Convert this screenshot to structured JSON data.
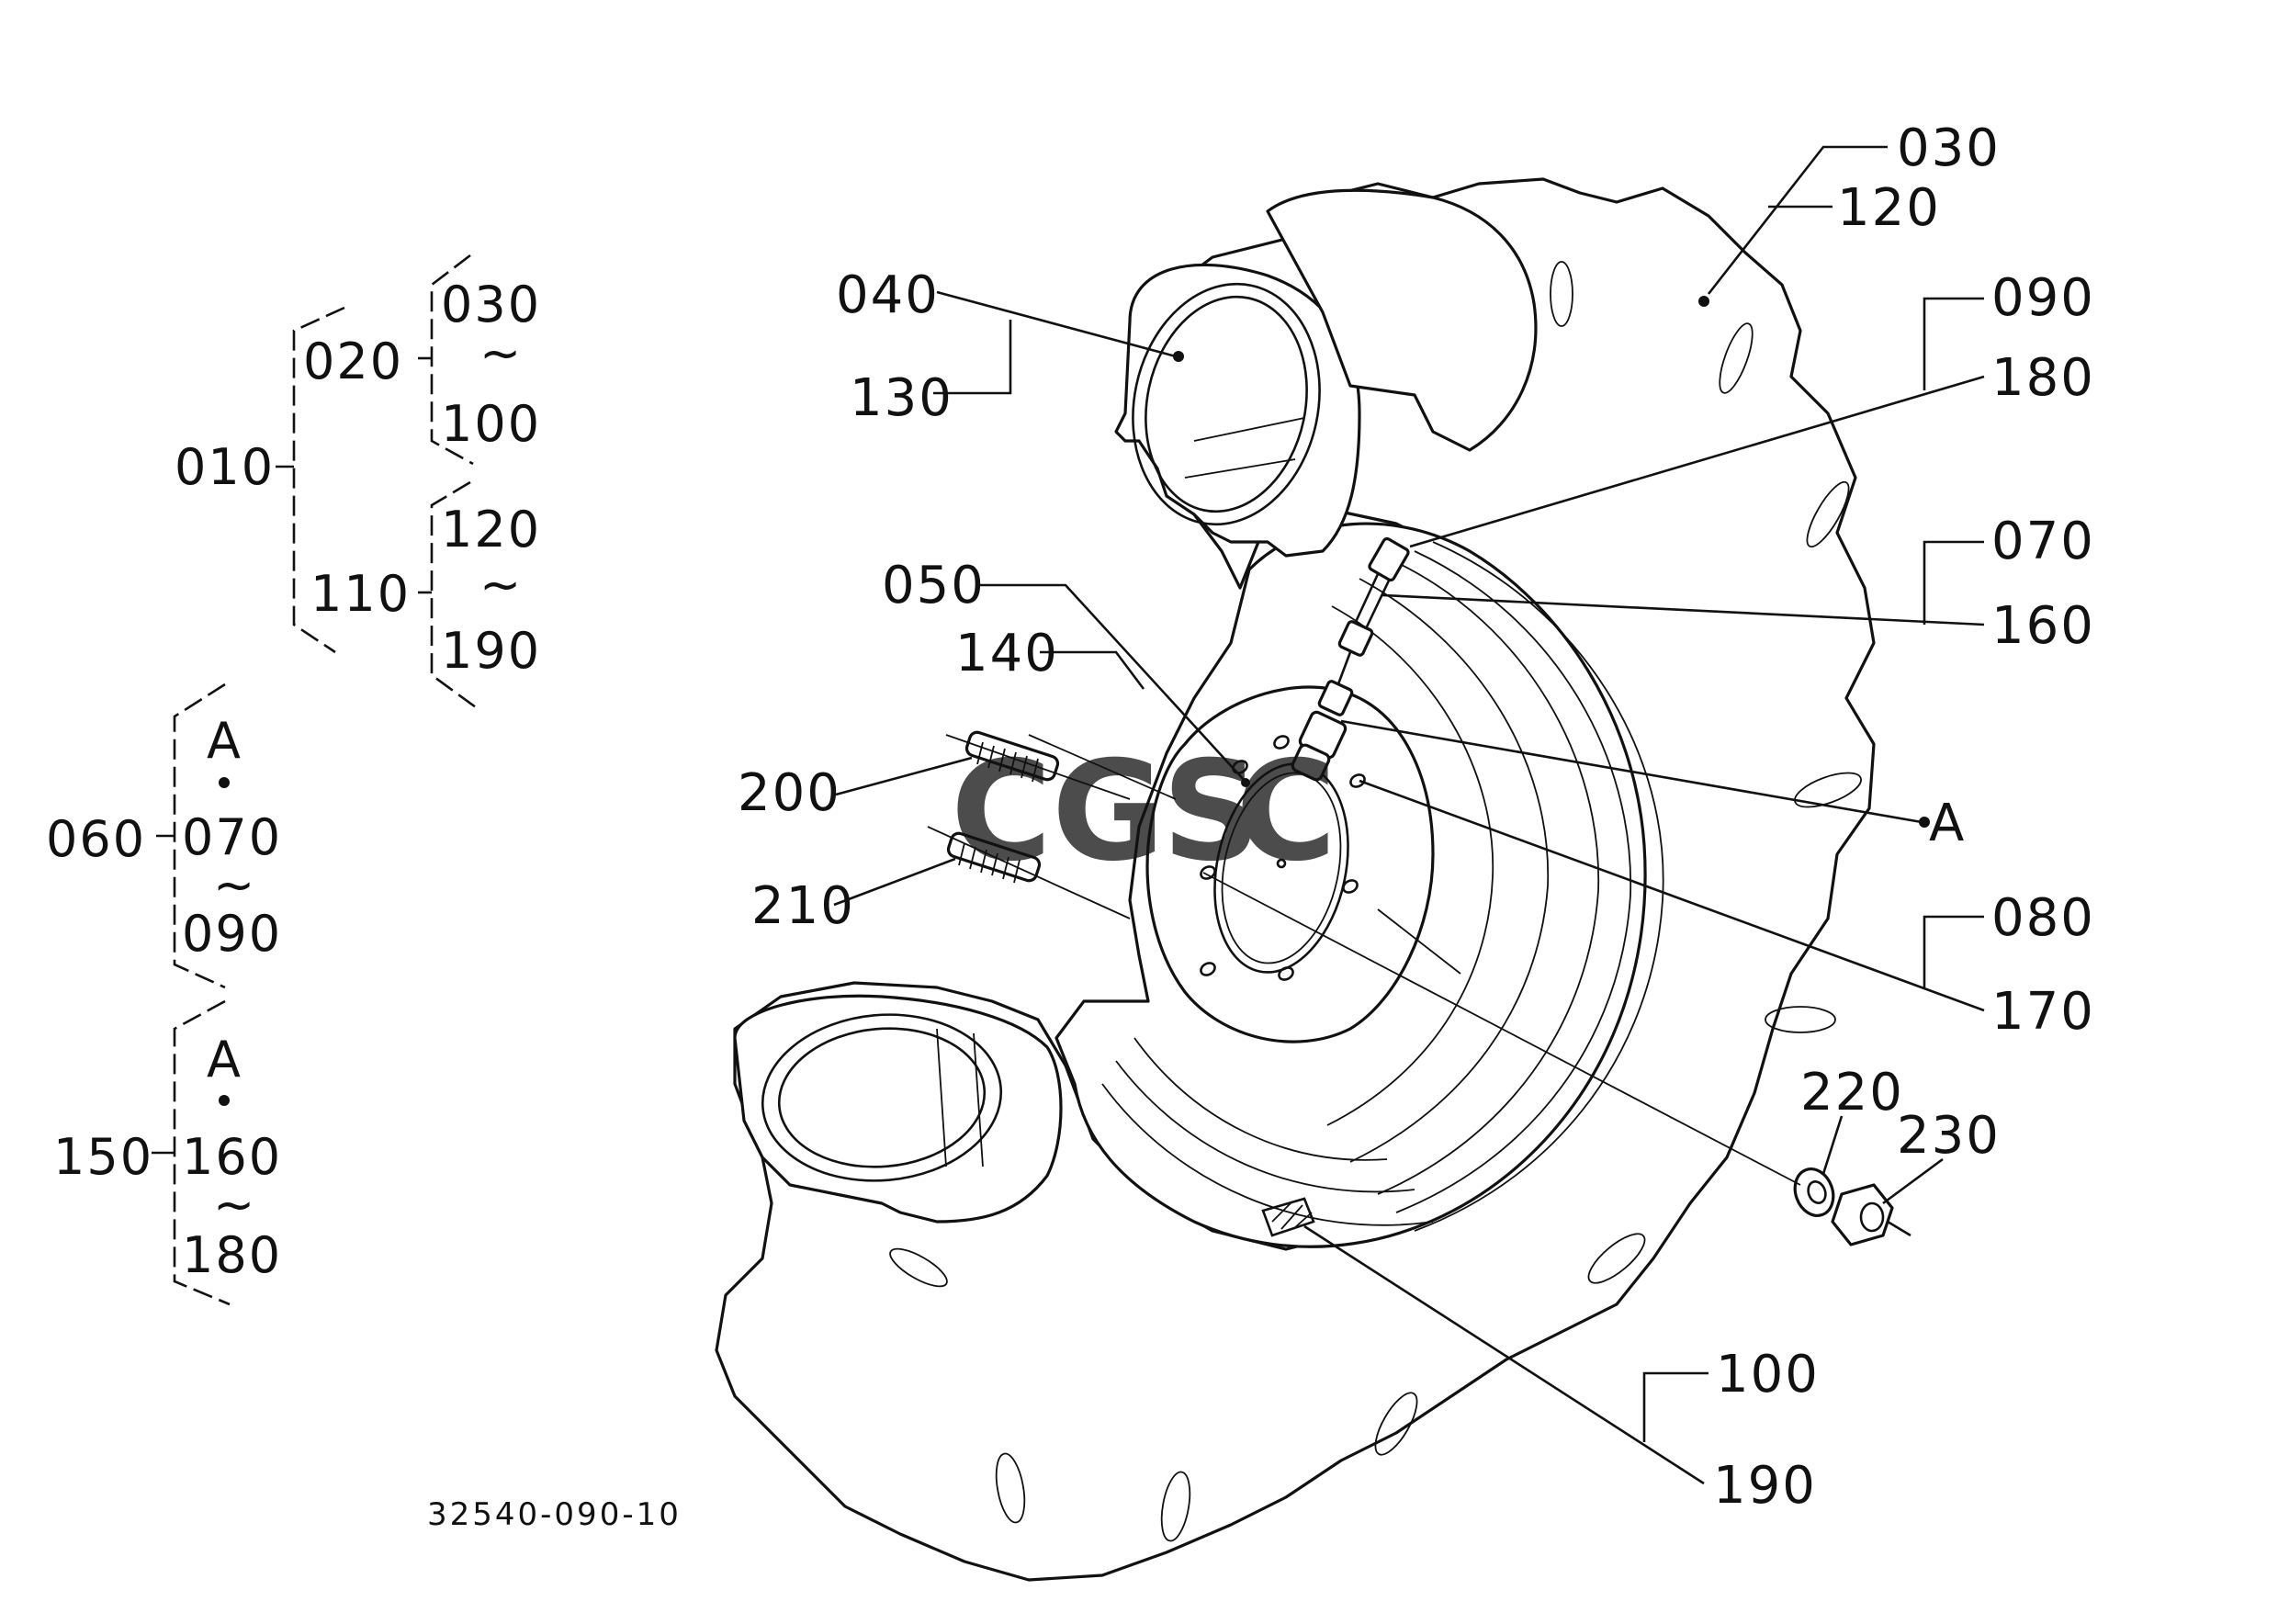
{
  "watermark": {
    "letters": [
      "C",
      "G",
      "S",
      "C"
    ],
    "colors": [
      "#4a86e8",
      "#e8675f",
      "#f2c94c",
      "#4caf7d"
    ]
  },
  "drawing_code": "32540-090-10",
  "tree": {
    "g1": {
      "root": "010",
      "sub_a": "020",
      "sub_a_from": "030",
      "sub_a_sep": "~",
      "sub_a_to": "100",
      "sub_b": "110",
      "sub_b_from": "120",
      "sub_b_sep": "~",
      "sub_b_to": "190"
    },
    "g2": {
      "root": "060",
      "ref": "A",
      "from": "070",
      "sep": "~",
      "to": "090"
    },
    "g3": {
      "root": "150",
      "ref": "A",
      "from": "160",
      "sep": "~",
      "to": "180"
    }
  },
  "callouts": {
    "c030": "030",
    "c120": "120",
    "c040": "040",
    "c130": "130",
    "c090": "090",
    "c180": "180",
    "c070": "070",
    "c160": "160",
    "c050": "050",
    "c140": "140",
    "c200": "200",
    "c210": "210",
    "cA": "A",
    "c080": "080",
    "c170": "170",
    "c220": "220",
    "c230": "230",
    "c100": "100",
    "c190": "190"
  }
}
